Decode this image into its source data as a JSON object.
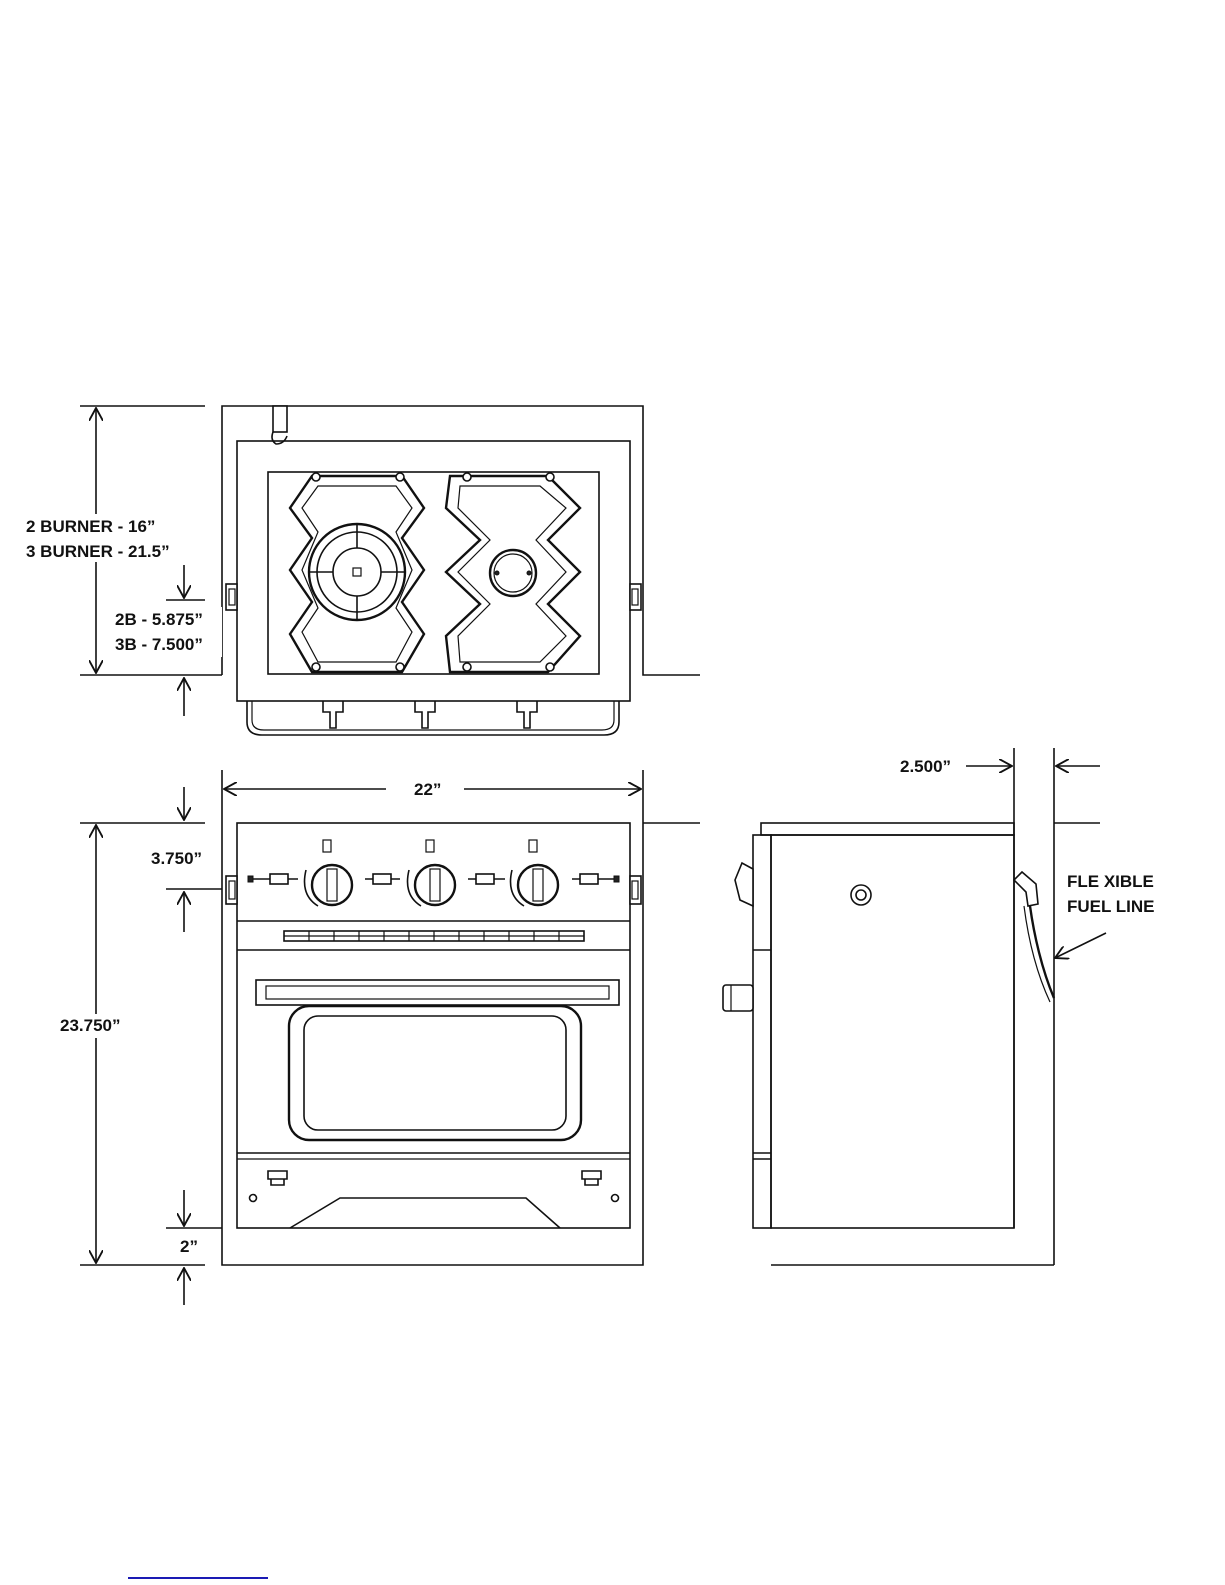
{
  "dimensions": {
    "depth_2_burner": "2 BURNER - 16”",
    "depth_3_burner": "3 BURNER - 21.5”",
    "grate_2b": "2B - 5.875”",
    "grate_3b": "3B - 7.500”",
    "width": "22”",
    "panel_height": "3.750”",
    "total_height": "23.750”",
    "kick_height": "2”",
    "side_clearance": "2.500”"
  },
  "callouts": {
    "fuel_line_1": "FLE XIBLE",
    "fuel_line_2": "FUEL LINE"
  },
  "colors": {
    "ink": "#111111",
    "background": "#ffffff",
    "footer_link": "#1a1ab4"
  }
}
